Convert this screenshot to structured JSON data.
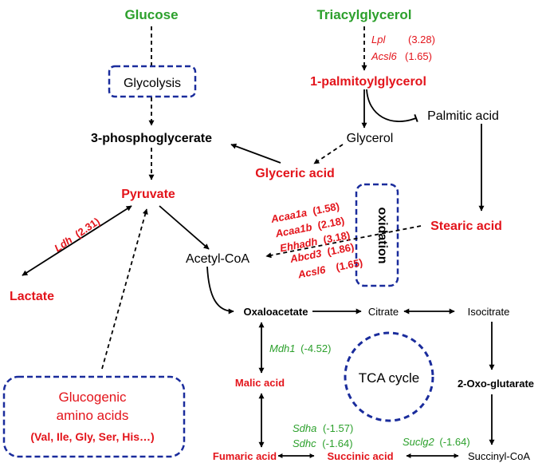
{
  "colors": {
    "green": "#2ca02c",
    "red": "#e3141b",
    "black": "#000000",
    "blue": "#1a2c9c"
  },
  "nodes": {
    "glucose": "Glucose",
    "glycolysis": "Glycolysis",
    "phosphoglycerate": "3-phosphoglycerate",
    "pyruvate": "Pyruvate",
    "lactate": "Lactate",
    "triacylglycerol": "Triacylglycerol",
    "palmitoylglycerol": "1-palmitoylglycerol",
    "palmitic_acid": "Palmitic acid",
    "glycerol": "Glycerol",
    "glyceric_acid": "Glyceric acid",
    "stearic_acid": "Stearic acid",
    "acetyl_coa": "Acetyl-CoA",
    "oxidation": "oxidation",
    "oxaloacetate": "Oxaloacetate",
    "citrate": "Citrate",
    "isocitrate": "Isocitrate",
    "malic_acid": "Malic acid",
    "tca_cycle": "TCA cycle",
    "oxo_glutarate": "2-Oxo-glutarate",
    "fumaric_acid": "Fumaric acid",
    "succinic_acid": "Succinic acid",
    "succinyl_coa": "Succinyl-CoA",
    "glucogenic_line1": "Glucogenic",
    "glucogenic_line2": "amino acids",
    "glucogenic_line3": "(Val, Ile, Gly, Ser, His…)"
  },
  "genes": {
    "lpl": {
      "name": "Lpl",
      "fc": "(3.28)"
    },
    "acsl6_top": {
      "name": "Acsl6",
      "fc": "(1.65)"
    },
    "ldh": {
      "name": "Ldh",
      "fc": "(2.31)"
    },
    "acaa1a": {
      "name": "Acaa1a",
      "fc": "(1.58)"
    },
    "acaa1b": {
      "name": "Acaa1b",
      "fc": "(2.18)"
    },
    "ehhadh": {
      "name": "Ehhadh",
      "fc": "(3.18)"
    },
    "abcd3": {
      "name": "Abcd3",
      "fc": "(1.86)"
    },
    "acsl6_mid": {
      "name": "Acsl6",
      "fc": "(1.65)"
    },
    "mdh1": {
      "name": "Mdh1",
      "fc": "(-4.52)"
    },
    "sdha": {
      "name": "Sdha",
      "fc": "(-1.57)"
    },
    "sdhc": {
      "name": "Sdhc",
      "fc": "(-1.64)"
    },
    "suclg2": {
      "name": "Suclg2",
      "fc": "(-1.64)"
    }
  }
}
